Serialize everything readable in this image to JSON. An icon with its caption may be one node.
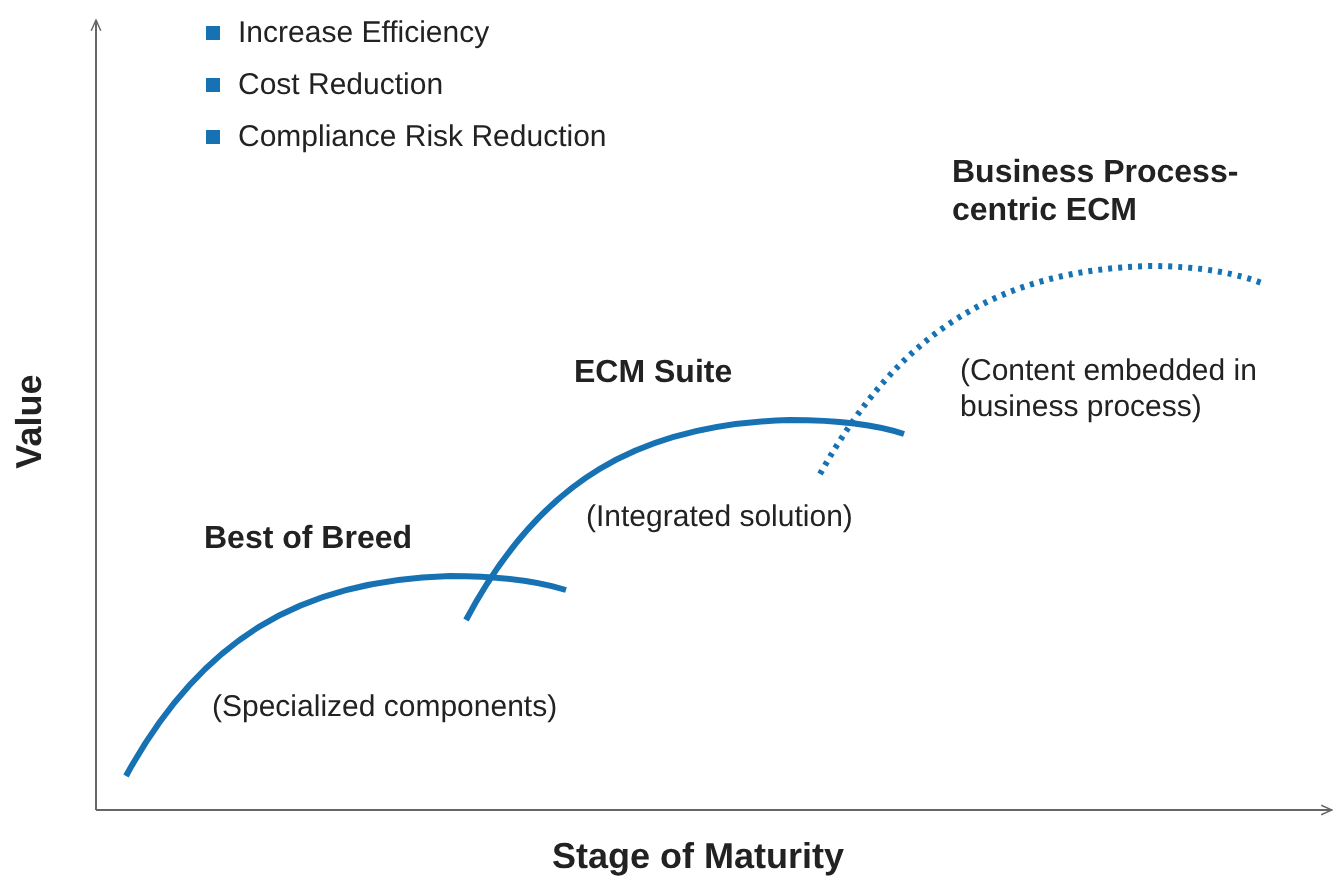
{
  "diagram": {
    "labels": [
      "Increase Efficiency",
      "Cost Reduction",
      "Compliance Risk Reduction",
      "Business Process-centric ECM",
      "(Content embedded in business process)",
      "ECM Suite",
      "Value",
      "(Integrated solution)",
      "Best of Breed",
      "(Specialized components)",
      "Stage of Maturity"
    ]
  }
}
